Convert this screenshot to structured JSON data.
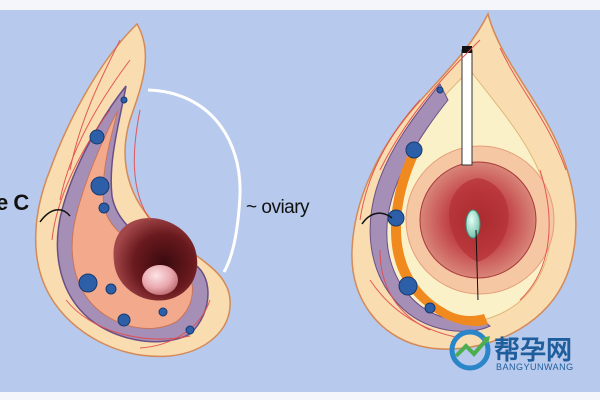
{
  "labels": {
    "left_cut": "e C",
    "center": "~ oviary"
  },
  "watermark": {
    "chinese": "帮孕网",
    "english": "BANGYUNWANG"
  },
  "colors": {
    "background": "#b7c9ec",
    "outer_shell": "#f9dcb0",
    "inner_layer": "#f3a98c",
    "purple_band": "#a58fb7",
    "vessels": "#e24b4b",
    "dots": "#2d5fa8"
  },
  "icons": [
    "watermark-logo-icon"
  ]
}
